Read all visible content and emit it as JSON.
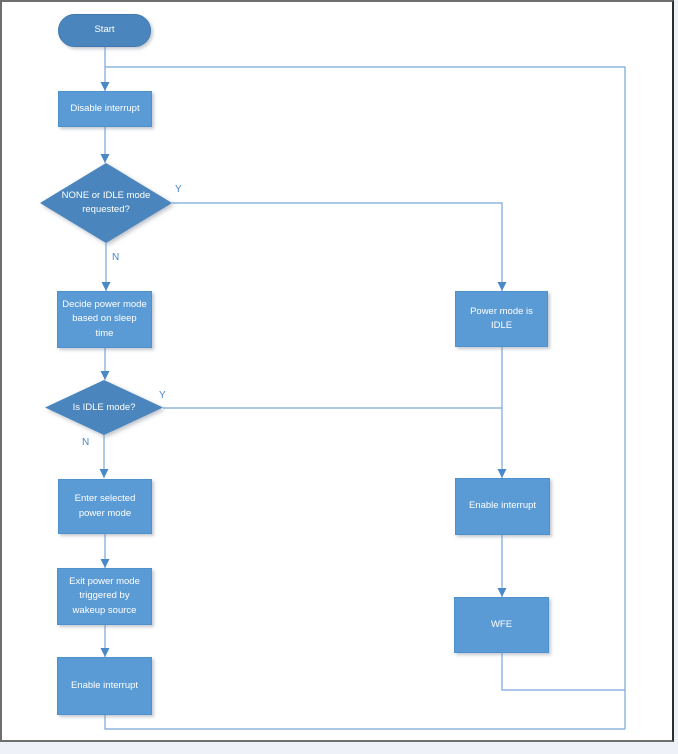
{
  "diagram_type": "flowchart",
  "nodes": {
    "start": {
      "type": "terminator",
      "label": "Start"
    },
    "disable_interrupt": {
      "type": "process",
      "label": "Disable interrupt"
    },
    "decision_none_idle": {
      "type": "decision",
      "label": "NONE or IDLE mode requested?"
    },
    "decide_power_mode": {
      "type": "process",
      "label": "Decide power mode based on sleep time"
    },
    "decision_is_idle": {
      "type": "decision",
      "label": "Is IDLE mode?"
    },
    "enter_power_mode": {
      "type": "process",
      "label": "Enter selected power mode"
    },
    "exit_power_mode": {
      "type": "process",
      "label": "Exit power mode triggered by wakeup source"
    },
    "enable_interrupt_left": {
      "type": "process",
      "label": "Enable interrupt"
    },
    "power_mode_idle": {
      "type": "process",
      "label": "Power mode is IDLE"
    },
    "enable_interrupt_right": {
      "type": "process",
      "label": "Enable interrupt"
    },
    "wfe": {
      "type": "process",
      "label": "WFE"
    }
  },
  "edges": [
    {
      "from": "start",
      "to": "disable_interrupt",
      "label": ""
    },
    {
      "from": "disable_interrupt",
      "to": "decision_none_idle",
      "label": ""
    },
    {
      "from": "decision_none_idle",
      "to": "decide_power_mode",
      "label": "N"
    },
    {
      "from": "decision_none_idle",
      "to": "power_mode_idle",
      "label": "Y"
    },
    {
      "from": "decide_power_mode",
      "to": "decision_is_idle",
      "label": ""
    },
    {
      "from": "decision_is_idle",
      "to": "enter_power_mode",
      "label": "N"
    },
    {
      "from": "decision_is_idle",
      "to": "enable_interrupt_right",
      "label": "Y"
    },
    {
      "from": "enter_power_mode",
      "to": "exit_power_mode",
      "label": ""
    },
    {
      "from": "exit_power_mode",
      "to": "enable_interrupt_left",
      "label": ""
    },
    {
      "from": "enable_interrupt_left",
      "to": "disable_interrupt",
      "label": ""
    },
    {
      "from": "power_mode_idle",
      "to": "enable_interrupt_right",
      "label": ""
    },
    {
      "from": "enable_interrupt_right",
      "to": "wfe",
      "label": ""
    },
    {
      "from": "wfe",
      "to": "disable_interrupt",
      "label": ""
    }
  ],
  "colors": {
    "process_fill": "#5b9bd5",
    "process_border": "#4f91cd",
    "shape_dark_fill": "#4a86bd",
    "edge_line": "#79a7d8",
    "arrowhead": "#4a89c8",
    "branch_label": "#4a86c8",
    "shape_text": "#ffffff",
    "frame_border": "#6e6e6e",
    "page_background": "#eef2f8"
  }
}
